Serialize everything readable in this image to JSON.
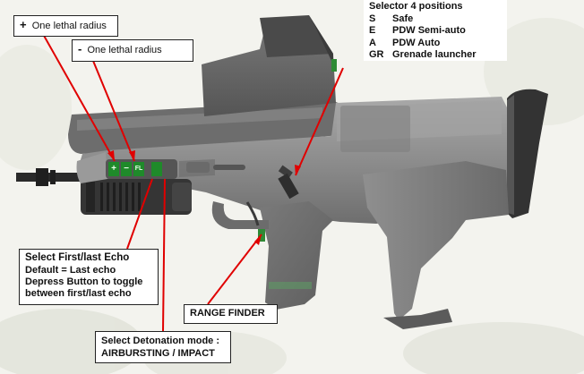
{
  "labels": {
    "plus_radius": {
      "symbol": "+",
      "text": "One lethal radius"
    },
    "minus_radius": {
      "symbol": "-",
      "text": "One lethal radius"
    },
    "selector": {
      "title": "Selector 4 positions",
      "positions": [
        {
          "code": "S",
          "name": "Safe"
        },
        {
          "code": "E",
          "name": "PDW Semi-auto"
        },
        {
          "code": "A",
          "name": "PDW Auto"
        },
        {
          "code": "GR",
          "name": "Grenade launcher"
        }
      ]
    },
    "echo": {
      "title": "Select First/last Echo",
      "lines": [
        "Default = Last echo",
        "Depress Button to toggle",
        "between first/last echo"
      ]
    },
    "range_finder": {
      "text": "RANGE FINDER"
    },
    "detonation": {
      "title": "Select Detonation mode :",
      "modes": "AIRBURSTING / IMPACT"
    }
  },
  "buttons": [
    {
      "glyph": "+"
    },
    {
      "glyph": "−"
    },
    {
      "glyph": "FL"
    },
    {
      "glyph": ""
    }
  ],
  "colors": {
    "pointer": "#e00000",
    "button_green": "#1f8a2a",
    "body_gray": "#7e7e7e",
    "dark_gray": "#3a3a3a"
  }
}
